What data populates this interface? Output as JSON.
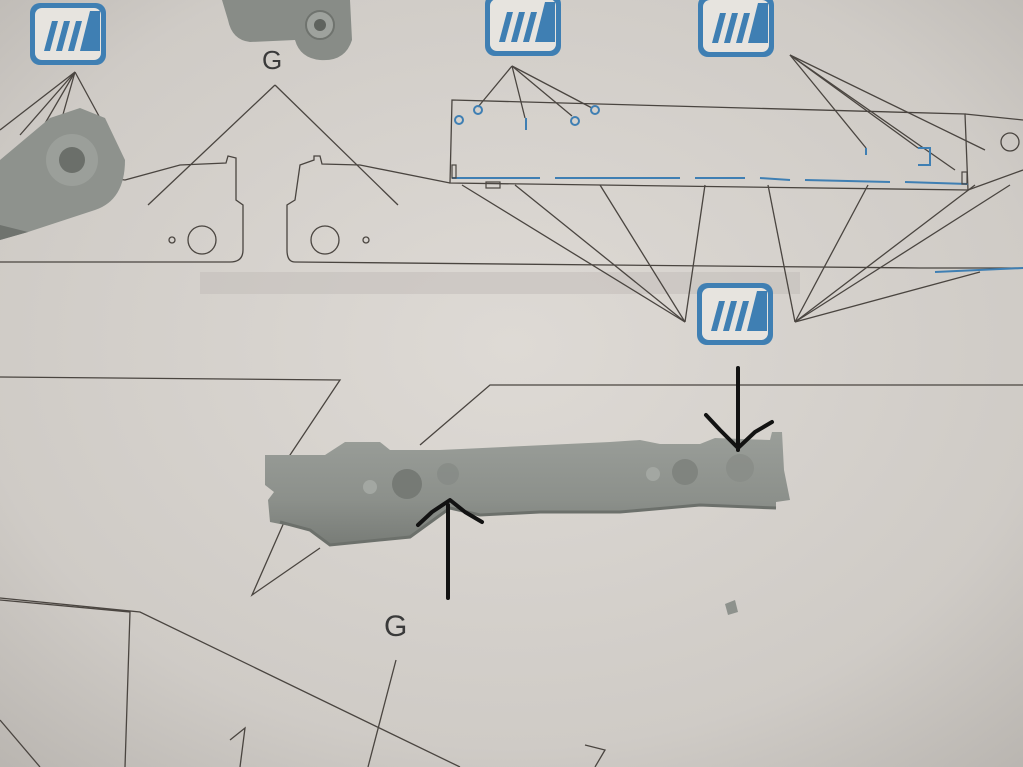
{
  "photo": {
    "labels": {
      "g_top": "G",
      "g_bottom": "G"
    },
    "colors": {
      "paper": "#d4d0cb",
      "paper_shadow": "#b9b5b0",
      "line_ink": "#4a4540",
      "blue_ink": "#3f7fb3",
      "plastic": "#8f938e",
      "plastic_light": "#a3a7a2",
      "plastic_shadow": "#6f736e",
      "marker": "#121212"
    },
    "icons": [
      "paint-chip-icon",
      "paint-chip-icon",
      "paint-chip-icon",
      "paint-chip-icon"
    ],
    "annotations": [
      "arrow-up-marker",
      "arrow-down-marker"
    ]
  }
}
